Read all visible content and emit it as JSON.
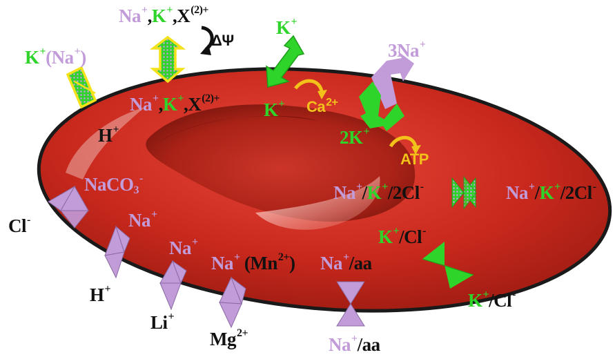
{
  "colors": {
    "cell": "#c8281c",
    "cell_dark": "#7a130d",
    "outline": "#1a1a1a",
    "sodium": "#c29bd9",
    "potassium": "#2fd42a",
    "yellow": "#f3c21a",
    "text_dark": "#111111"
  },
  "labels": {
    "top_left_exchanger": {
      "k": "K",
      "k_sup": "+",
      "na_paren": "(Na",
      "na_sup": "+",
      "close": ")",
      "h": "H",
      "h_sup": "+"
    },
    "channel_outer": {
      "na": "Na",
      "na_sup": "+",
      "sep1": ",",
      "k": "K",
      "k_sup": "+",
      "sep2": ",",
      "x": "X",
      "x_sup": "(2)+"
    },
    "channel_inner": {
      "na": "Na",
      "na_sup": "+",
      "sep1": ",",
      "k": "K",
      "k_sup": "+",
      "sep2": ",",
      "x": "X",
      "x_sup": "(2)+"
    },
    "delta_psi": "ΔΨ",
    "gardos_outer": {
      "k": "K",
      "k_sup": "+"
    },
    "gardos_inner": {
      "k": "K",
      "k_sup": "+"
    },
    "gardos_ca": {
      "ca": "Ca",
      "ca_sup": "2+"
    },
    "pump_na": {
      "na": "3Na",
      "na_sup": "+"
    },
    "pump_k": {
      "k": "2K",
      "k_sup": "+"
    },
    "pump_atp": "ATP",
    "nkcc_inner": {
      "na": "Na",
      "na_sup": "+",
      "slash1": "/",
      "k": "K",
      "k_sup": "+",
      "rest": "/2Cl",
      "cl_sup": "-"
    },
    "nkcc_outer": {
      "na": "Na",
      "na_sup": "+",
      "slash1": "/",
      "k": "K",
      "k_sup": "+",
      "rest": "/2Cl",
      "cl_sup": "-"
    },
    "kcl_inner": {
      "k": "K",
      "k_sup": "+",
      "rest": "/Cl",
      "cl_sup": "-"
    },
    "kcl_outer": {
      "k": "K",
      "k_sup": "+",
      "rest": "/Cl",
      "cl_sup": "-"
    },
    "anion_inner": {
      "text": "NaCO",
      "sub": "3",
      "sup": "-"
    },
    "anion_outer": {
      "cl": "Cl",
      "cl_sup": "-"
    },
    "nah_inner": {
      "na": "Na",
      "na_sup": "+"
    },
    "nah_outer": {
      "h": "H",
      "h_sup": "+"
    },
    "nali_inner": {
      "na": "Na",
      "na_sup": "+"
    },
    "nali_outer": {
      "li": "Li",
      "li_sup": "+"
    },
    "namg_inner": {
      "na": "Na",
      "na_sup": "+",
      "mn": "(Mn",
      "mn_sup": "2+",
      "close": ")"
    },
    "namg_outer": {
      "mg": "Mg",
      "mg_sup": "2+"
    },
    "naaa_inner": {
      "na": "Na",
      "na_sup": "+",
      "rest": "/aa"
    },
    "naaa_outer": {
      "na": "Na",
      "na_sup": "+",
      "rest": "/aa"
    }
  }
}
